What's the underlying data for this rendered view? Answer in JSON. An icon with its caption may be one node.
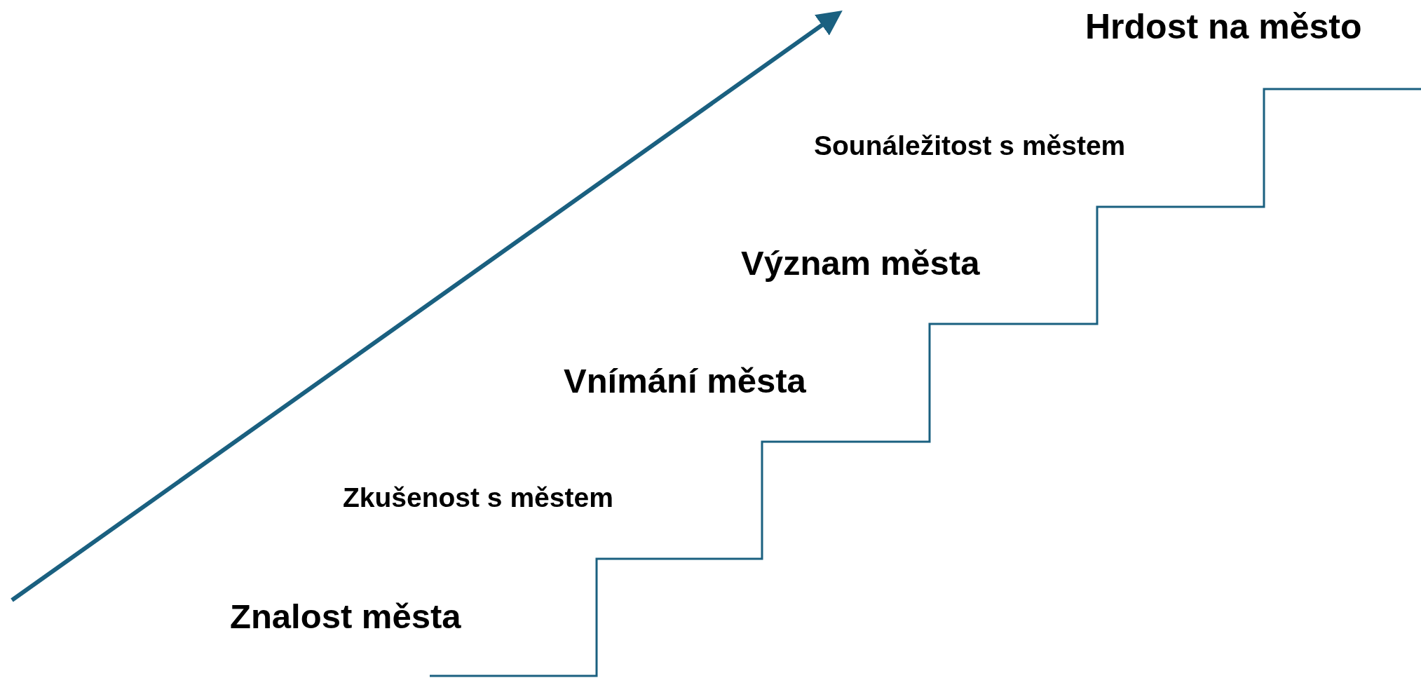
{
  "diagram": {
    "labels": [
      "Hrdost na město",
      "Sounáležitost s městem",
      "Význam města",
      "Vnímání města",
      "Zkušenost s městem",
      "Znalost města"
    ]
  }
}
